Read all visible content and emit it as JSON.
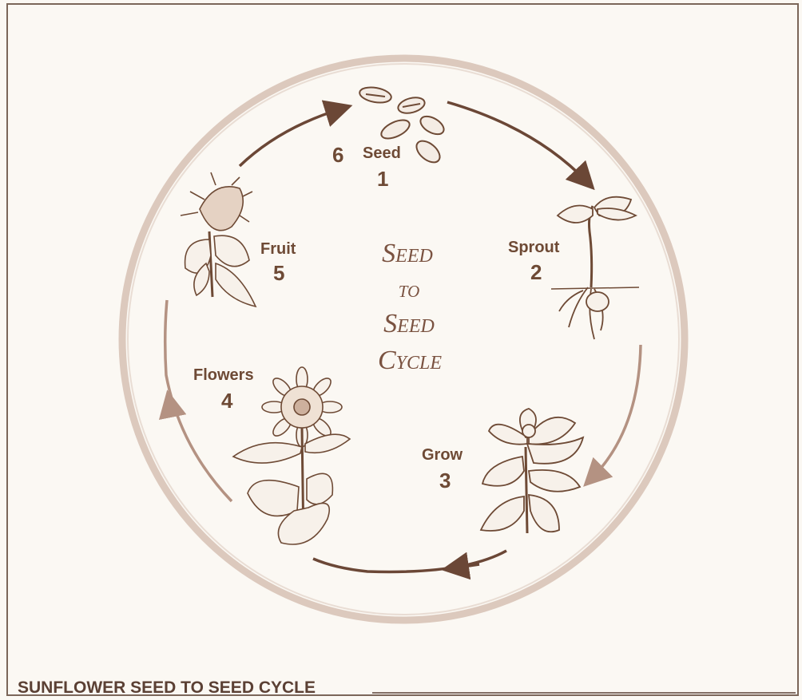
{
  "center_title": {
    "line1": "Seed",
    "line2": "to",
    "line3": "Seed",
    "line4": "Cycle"
  },
  "stages": [
    {
      "label": "Seed",
      "number": "1",
      "extra_number": "6",
      "illustration": "sunflower-seeds"
    },
    {
      "label": "Sprout",
      "number": "2",
      "illustration": "sprouting-seedling"
    },
    {
      "label": "Grow",
      "number": "3",
      "illustration": "young-sunflower-plant"
    },
    {
      "label": "Flowers",
      "number": "4",
      "illustration": "blooming-sunflower"
    },
    {
      "label": "Fruit",
      "number": "5",
      "illustration": "drooping-sunflower-head"
    }
  ],
  "caption": "SUNFLOWER SEED TO SEED CYCLE",
  "colors": {
    "ink": "#6e4a35",
    "ring": "#d7c2b4",
    "arrow": "#6b4736",
    "paper": "#fbf8f3"
  }
}
